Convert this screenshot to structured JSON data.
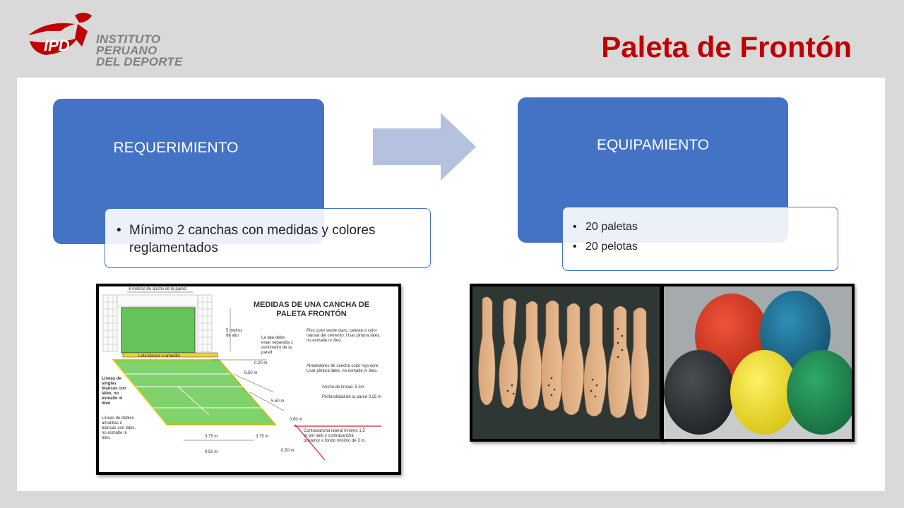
{
  "header": {
    "logo_abbr": "IPD",
    "logo_line1": "INSTITUTO",
    "logo_line2": "PERUANO",
    "logo_line3": "DEL DEPORTE",
    "title": "Paleta de Frontón"
  },
  "requirement": {
    "heading": "REQUERIMIENTO",
    "items": [
      "Mínimo 2 canchas con medidas y colores reglamentados"
    ]
  },
  "equipment": {
    "heading": "EQUIPAMIENTO",
    "items": [
      "20 paletas",
      "20 pelotas"
    ]
  },
  "court_diagram": {
    "title_line1": "MEDIDAS DE UNA CANCHA DE",
    "title_line2": "PALETA FRONTÓN",
    "labels": {
      "wall_width": "6 metros de ancho de la pared",
      "height": "5 metros de alto",
      "lata": "La lata debe estar separada 1 centímetro de la pared",
      "floor": "Piso color verde claro, celeste o color natural del cemento. Usar pintura látex, no esmalte ni óleo.",
      "surround": "Alrededores de cancha color rojo ocre. Usar pintura látex, no esmalte ni óleo.",
      "line_width": "Ancho de líneas: 5 cm",
      "wall_depth": "Profundidad de la pared 0.25 m",
      "lata_strip": "Lata blanca o amarilla",
      "singles": "Líneas de singles blancas con látex, no esmalte ni óleo",
      "doubles": "Líneas de dobles amarillas o blancas con látex, no esmalte ni óleo.",
      "contra": "Contracancha lateral mínimo 1,5 m por lado y contracancha posterior o fondo mínimo de 3 m.",
      "m020": "0.20 m",
      "m650": "6.50 m",
      "m550": "5.50 m",
      "m080": "0.80 m",
      "m375a": "3.75 m",
      "m375b": "3.75 m",
      "m050a": "0.50 m",
      "m050b": "0.50 m"
    }
  },
  "colors": {
    "title_red": "#c00000",
    "box_blue": "#4472c4",
    "arrow": "#b4c2e0",
    "court_green": "#7fd36a"
  }
}
